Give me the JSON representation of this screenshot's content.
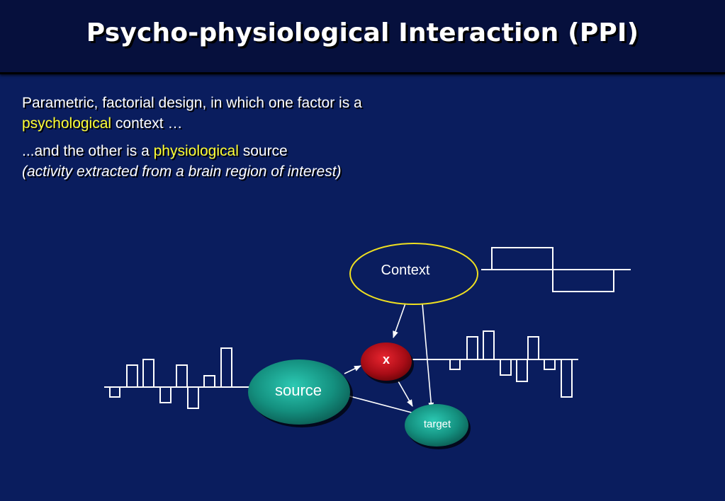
{
  "title": "Psycho-physiological Interaction (PPI)",
  "text": {
    "line1": "Parametric, factorial design, in which one factor is a",
    "line2_highlight": "psychological",
    "line2_rest": " context …",
    "line3_prefix": "...and the other is a ",
    "line3_highlight": "physiological",
    "line3_suffix": " source",
    "line4": "(activity extracted from a brain region of interest)"
  },
  "diagram": {
    "context_label": "Context",
    "source_label": "source",
    "multiply_label": "x",
    "target_label": "target"
  },
  "colors": {
    "background": "#0a1d5e",
    "title_bar": "#06103d",
    "highlight": "#ffff33",
    "context_ellipse_stroke": "#f0e020",
    "source_node": "#1aa593",
    "multiply_node": "#c41020"
  }
}
